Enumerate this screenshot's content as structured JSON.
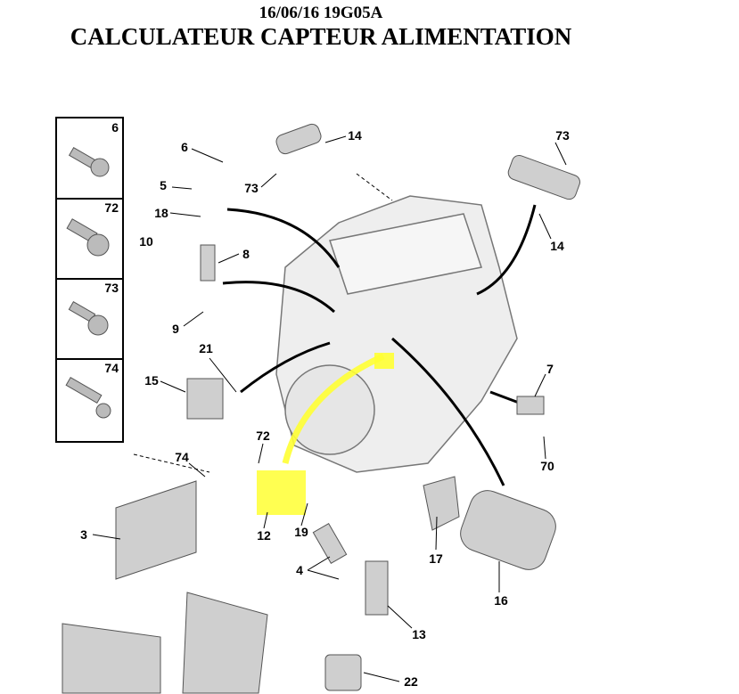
{
  "header": {
    "date_code": "16/06/16 19G05A",
    "title": "CALCULATEUR CAPTEUR ALIMENTATION"
  },
  "legend_box": [
    "6",
    "72",
    "73",
    "74"
  ],
  "callouts": [
    "6",
    "14",
    "73",
    "5",
    "18",
    "10",
    "8",
    "9",
    "21",
    "15",
    "73",
    "14",
    "7",
    "70",
    "72",
    "74",
    "12",
    "19",
    "3",
    "4",
    "17",
    "16",
    "13",
    "22"
  ],
  "highlight_color": "#ffff33"
}
